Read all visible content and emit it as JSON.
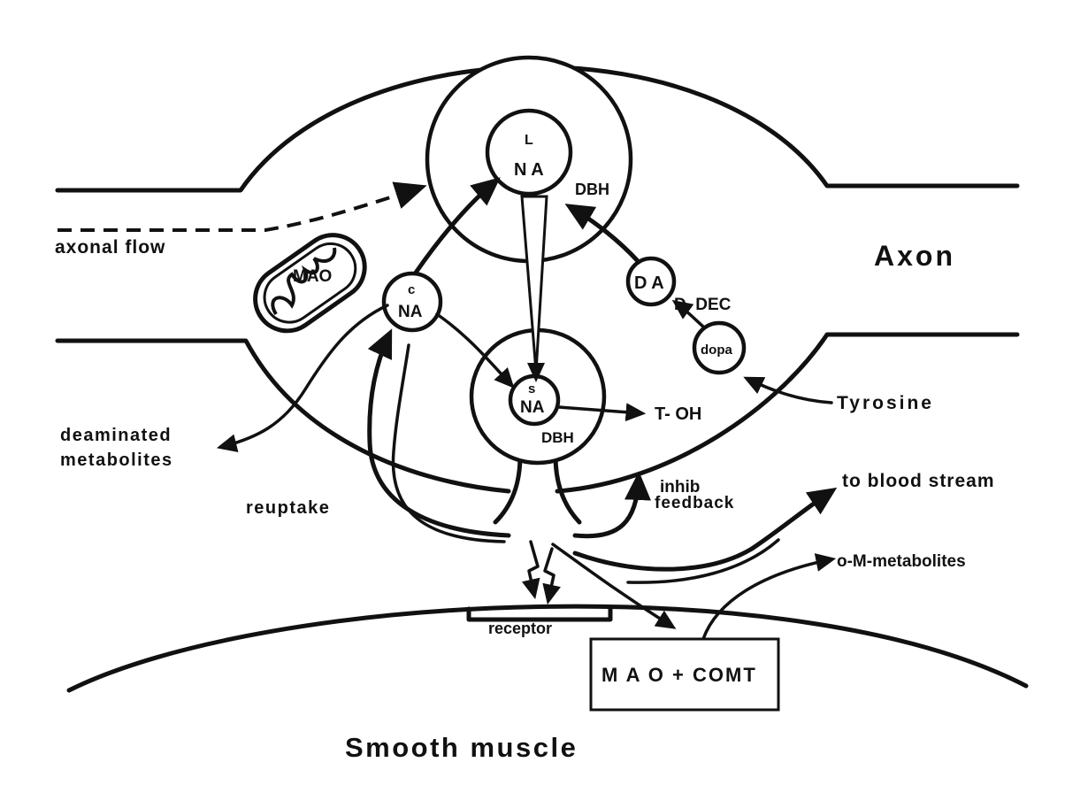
{
  "labels": {
    "axonal_flow": "axonal flow",
    "mao_mito": "MAO",
    "axon": "Axon",
    "l_sup": "L",
    "l_na": "N A",
    "dbh_top": "DBH",
    "c_sup": "c",
    "c_na": "NA",
    "da": "D A",
    "d_dec": "D. DEC",
    "dopa": "dopa",
    "s_sup": "s",
    "s_na": "NA",
    "dbh_bottom": "DBH",
    "t_oh": "T- OH",
    "tyrosine": "Tyrosine",
    "deaminated": "deaminated",
    "metabolites": "metabolites",
    "reuptake": "reuptake",
    "inhib": "inhib",
    "feedback": "feedback",
    "to_blood_stream": "to blood stream",
    "o_m_metabolites": "o-M-metabolites",
    "receptor": "receptor",
    "mao_comt": "M A O + COMT",
    "smooth_muscle": "Smooth muscle"
  },
  "colors": {
    "ink": "#111111",
    "paper": "#ffffff"
  }
}
